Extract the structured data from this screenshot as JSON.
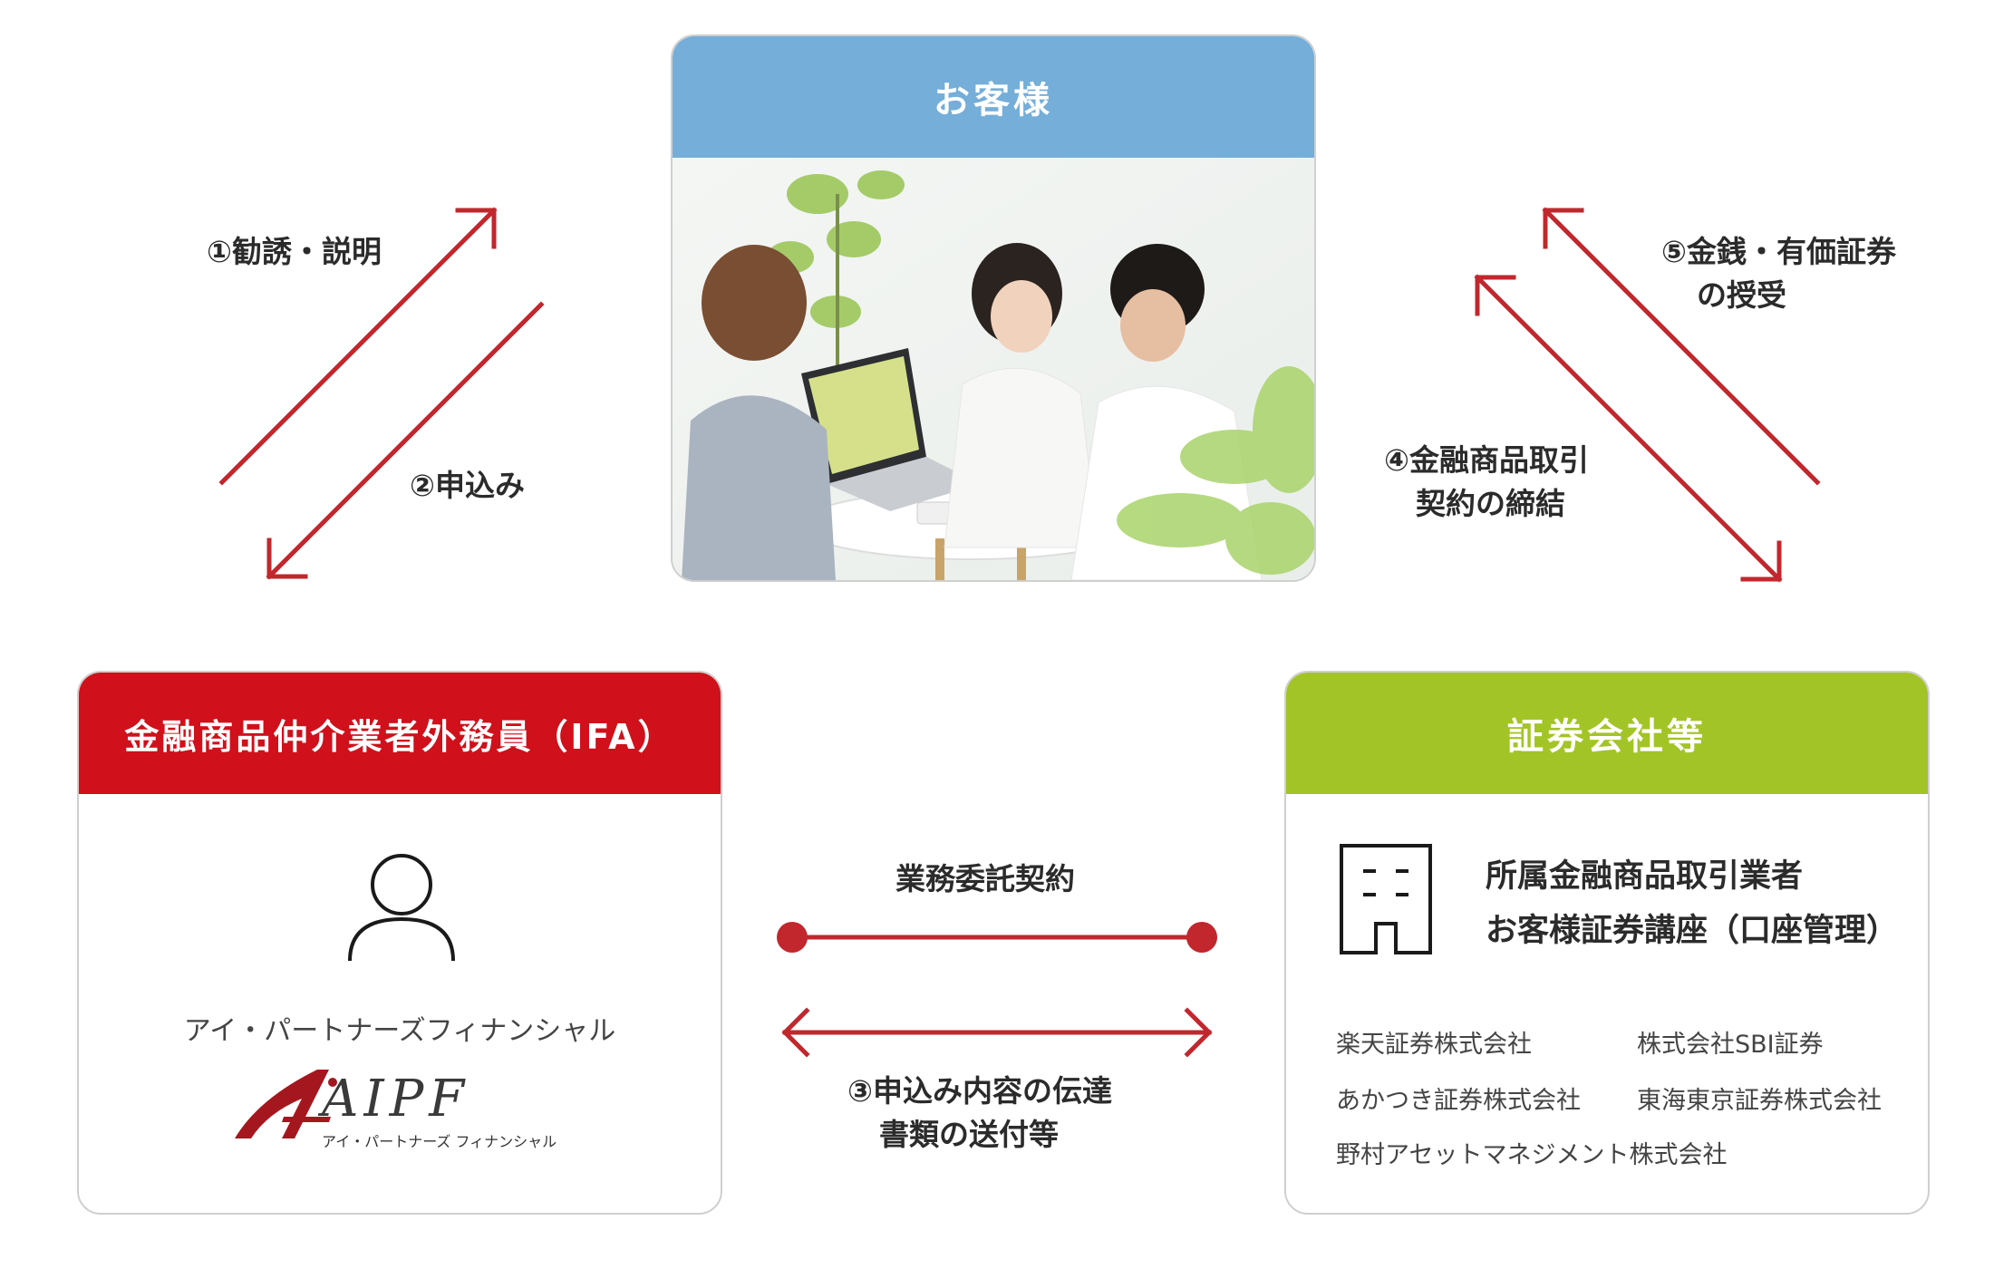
{
  "customer": {
    "header": "お客様"
  },
  "ifa": {
    "header": "金融商品仲介業者外務員（IFA）",
    "company_name": "アイ・パートナーズフィナンシャル",
    "logo_text": "AIPF",
    "logo_sub": "アイ・パートナーズ フィナンシャル"
  },
  "broker": {
    "header": "証券会社等",
    "title_line1": "所属金融商品取引業者",
    "title_line2": "お客様証券講座（口座管理）",
    "companies": [
      "楽天証券株式会社",
      "株式会社SBI証券",
      "あかつき証券株式会社",
      "東海東京証券株式会社",
      "野村アセットマネジメント株式会社"
    ]
  },
  "flows": {
    "step1": "①勧誘・説明",
    "step2": "②申込み",
    "step3_line1": "③申込み内容の伝達",
    "step3_line2": "書類の送付等",
    "step4_line1": "④金融商品取引",
    "step4_line2": "契約の締結",
    "step5_line1": "⑤金銭・有価証券",
    "step5_line2": "の授受",
    "contract": "業務委託契約"
  },
  "colors": {
    "customer": "#74aed9",
    "ifa": "#d0101b",
    "broker": "#a3c426",
    "arrow": "#c1272d"
  }
}
